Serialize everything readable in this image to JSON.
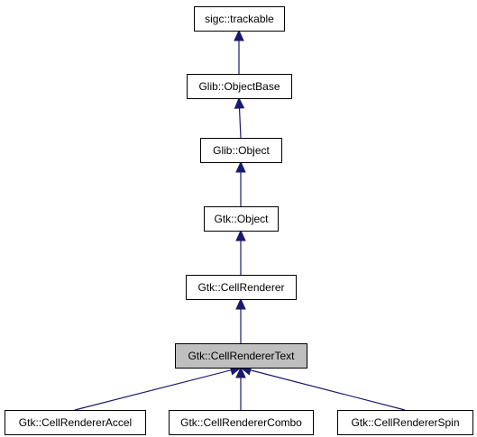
{
  "diagram": {
    "colors": {
      "edge": "#191970",
      "node_border": "#000000",
      "node_fill": "#ffffff",
      "highlight_fill": "#bfbfbf"
    },
    "nodes": [
      {
        "id": "trackable",
        "label": "sigc::trackable",
        "highlighted": false
      },
      {
        "id": "objectbase",
        "label": "Glib::ObjectBase",
        "highlighted": false
      },
      {
        "id": "glibobject",
        "label": "Glib::Object",
        "highlighted": false
      },
      {
        "id": "gtkobject",
        "label": "Gtk::Object",
        "highlighted": false
      },
      {
        "id": "cellrenderer",
        "label": "Gtk::CellRenderer",
        "highlighted": false
      },
      {
        "id": "cellrenderertext",
        "label": "Gtk::CellRendererText",
        "highlighted": true
      },
      {
        "id": "cellrendereraccel",
        "label": "Gtk::CellRendererAccel",
        "highlighted": false
      },
      {
        "id": "cellrenderercombo",
        "label": "Gtk::CellRendererCombo",
        "highlighted": false
      },
      {
        "id": "cellrendererspin",
        "label": "Gtk::CellRendererSpin",
        "highlighted": false
      }
    ],
    "edges": [
      {
        "from": "objectbase",
        "to": "trackable"
      },
      {
        "from": "glibobject",
        "to": "objectbase"
      },
      {
        "from": "gtkobject",
        "to": "glibobject"
      },
      {
        "from": "cellrenderer",
        "to": "gtkobject"
      },
      {
        "from": "cellrenderertext",
        "to": "cellrenderer"
      },
      {
        "from": "cellrendereraccel",
        "to": "cellrenderertext"
      },
      {
        "from": "cellrenderercombo",
        "to": "cellrenderertext"
      },
      {
        "from": "cellrendererspin",
        "to": "cellrenderertext"
      }
    ]
  }
}
